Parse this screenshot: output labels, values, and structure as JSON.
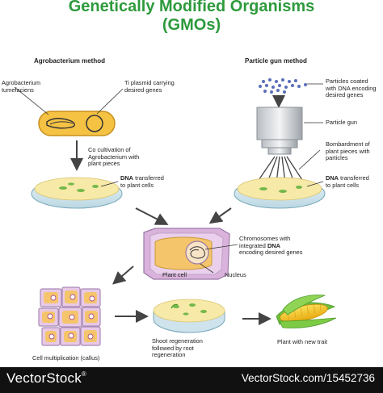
{
  "title": {
    "line1": "Genetically Modified Organisms",
    "line2": "(GMOs)"
  },
  "colors": {
    "title": "#2e9a3c",
    "agrobacterium_fill": "#f5c244",
    "dish_agar": "#f7e9a8",
    "plant_cell_wall": "#d9b3dc",
    "plant_cell_inner": "#f5c56b",
    "corn": "#f2c21a",
    "leaf": "#6fbf3a",
    "footer": "#111111"
  },
  "agro": {
    "heading": "Agrobacterium method",
    "bacterium_label": [
      "Agrobacterium",
      "tumefaciens"
    ],
    "plasmid_label": [
      "Ti plasmid carrying",
      "desired genes"
    ],
    "cocultivation_label": [
      "Co cultivation of",
      "Agrobacterium with",
      "plant pieces"
    ],
    "dna_transfer_bold": "DNA",
    "dna_transfer_rest": " transferred",
    "dna_transfer_line2": "to plant cells"
  },
  "gun": {
    "heading": "Particle gun method",
    "particles_label": [
      "Particles coated",
      "with DNA encoding",
      "desired genes"
    ],
    "gun_label": "Particle gun",
    "bombardment_label": [
      "Bombardment of",
      "plant pieces with",
      "particles"
    ],
    "dna_transfer_bold": "DNA",
    "dna_transfer_rest": " transferred",
    "dna_transfer_line2": "to plant cells"
  },
  "cell": {
    "chromosomes_line1": "Chromosomes with",
    "chromosomes_line2_pre": "integrated ",
    "chromosomes_line2_bold": "DNA",
    "chromosomes_line3": "encoding desired genes",
    "plant_cell_label": "Plant cell",
    "nucleus_label": "Nucleus"
  },
  "steps": {
    "callus_label": "Cell multiplication (callus)",
    "regen_label": [
      "Shoot regeneration",
      "followed by root",
      "regeneration"
    ],
    "trait_label": "Plant with new trait"
  },
  "footer": {
    "brand": "VectorStock",
    "tm": "®",
    "url": "VectorStock.com/15452736"
  }
}
